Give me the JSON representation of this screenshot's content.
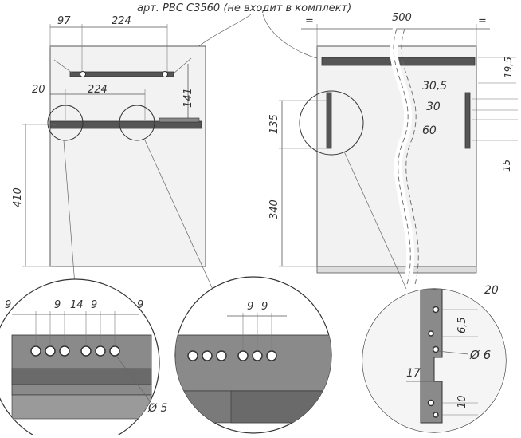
{
  "caption": "арт. PBC C3560 (не входит в комплект)",
  "left_view": {
    "dims_top": [
      "97",
      "224"
    ],
    "dims_mid": [
      "20",
      "224"
    ],
    "dim_vertical_small": "141",
    "dim_vertical_big": "410"
  },
  "right_view": {
    "dim_top": "500",
    "equal_marks": [
      "=",
      "="
    ],
    "dim_19_5": "19,5",
    "dims_right": [
      "30,5",
      "30",
      "60"
    ],
    "dim_15": "15",
    "dim_135": "135",
    "dim_340": "340"
  },
  "detail_1": {
    "dims": [
      "9",
      "9",
      "14",
      "9",
      "9"
    ],
    "diameter": "Ø 5"
  },
  "detail_2": {
    "dims": [
      "9",
      "9"
    ]
  },
  "detail_3": {
    "dim_20": "20",
    "dim_6_5": "6,5",
    "diameter": "Ø 6",
    "dim_17": "17",
    "dim_10": "10"
  },
  "colors": {
    "line": "#555555",
    "panel": "#f2f2f2",
    "watermark": "#b9cfe9"
  }
}
